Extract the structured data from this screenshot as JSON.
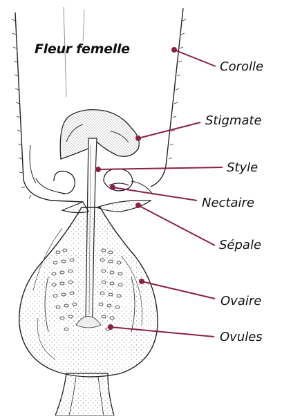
{
  "title": "Fleur femelle",
  "leader_color": "#8b1f4a",
  "labels": {
    "corolle": "Corolle",
    "stigmate": "Stigmate",
    "style": "Style",
    "nectaire": "Nectaire",
    "sepale": "Sépale",
    "ovaire": "Ovaire",
    "ovules": "Ovules"
  }
}
